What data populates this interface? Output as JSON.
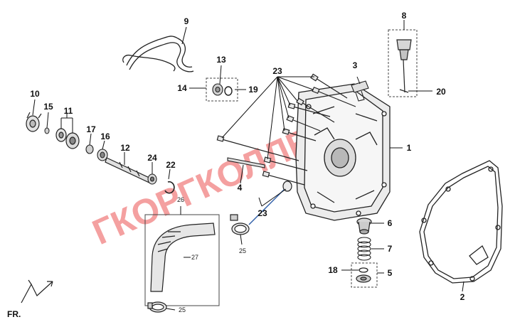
{
  "diagram": {
    "watermark": "ГКОРГКОЛЛЕ",
    "direction_label": "FR.",
    "colors": {
      "line": "#222222",
      "part_fill": "#d9d9d9",
      "leader": "#111111",
      "watermark": "#f4a0a0",
      "accent_line": "#2f5fa8"
    },
    "labels": {
      "l1": "1",
      "l2": "2",
      "l3": "3",
      "l4": "4",
      "l5": "5",
      "l6": "6",
      "l7": "7",
      "l8": "8",
      "l9": "9",
      "l10": "10",
      "l11": "11",
      "l12": "12",
      "l13": "13",
      "l14": "14",
      "l15": "15",
      "l16": "16",
      "l17": "17",
      "l18": "18",
      "l19": "19",
      "l20": "20",
      "l22": "22",
      "l23a": "23",
      "l23b": "23",
      "l24": "24",
      "l25a": "25",
      "l25b": "25",
      "l26": "26",
      "l27": "27"
    }
  }
}
